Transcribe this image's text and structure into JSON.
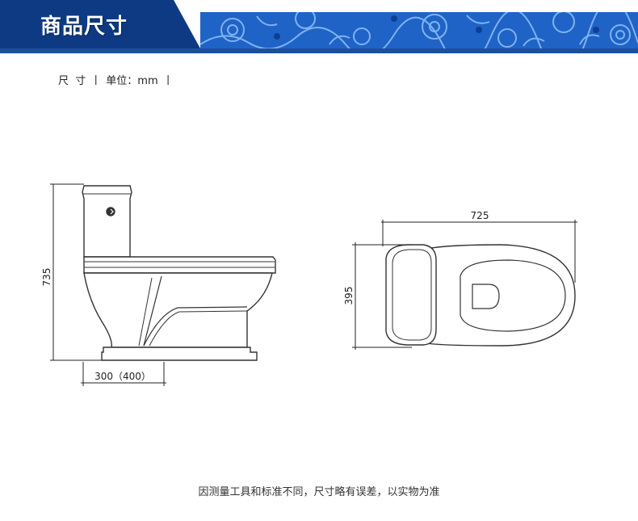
{
  "header": {
    "title": "商品尺寸",
    "banner_color": "#0d3a82",
    "pattern_color": "#1f63c7"
  },
  "unit_info": {
    "label_dim": "尺  寸",
    "sep1": "丨",
    "label_unit": "单位：mm",
    "sep2": "丨"
  },
  "side_view": {
    "height_label": "735",
    "depth_label": "300（400）"
  },
  "top_view": {
    "length_label": "725",
    "width_label": "395"
  },
  "footnote": "因测量工具和标准不同，尺寸略有误差，以实物为准"
}
